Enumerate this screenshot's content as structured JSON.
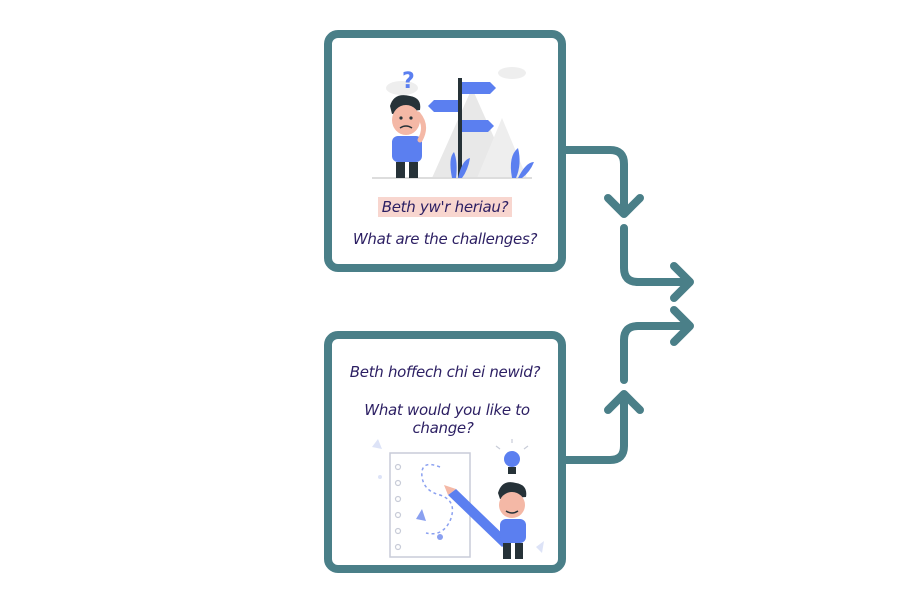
{
  "top_card": {
    "welsh_text": "Beth yw'r heriau?",
    "english_text": "What are the challenges?"
  },
  "bottom_card": {
    "welsh_text": "Beth hoffech chi ei newid?",
    "english_text": "What would you like to change?"
  },
  "colors": {
    "accent": "#4a7f88",
    "highlight": "#f8d6cf",
    "text": "#2c1f63",
    "illustration_blue": "#5b7ff0"
  },
  "icons": [
    "question-mark-icon",
    "signpost-icon",
    "lightbulb-icon",
    "pencil-icon"
  ]
}
